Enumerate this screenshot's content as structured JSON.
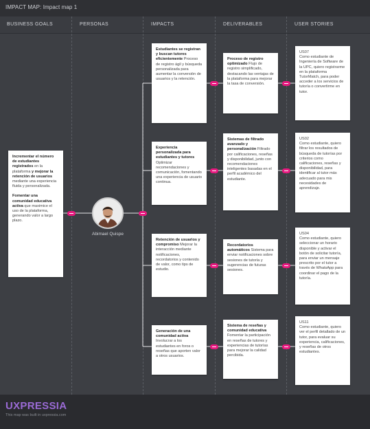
{
  "header": {
    "title": "IMPACT MAP: Impact map 1"
  },
  "columns": [
    "BUSINESS GOALS",
    "PERSONAS",
    "IMPACTS",
    "DELIVERABLES",
    "USER STORIES"
  ],
  "goal": {
    "p1_b1": "Incrementar el número de estudiantes registrados",
    "p1_t1": " en la plataforma ",
    "p1_b2": "y mejorar la retención de usuarios",
    "p1_t2": " mediante una experiencia fluida y personalizada.",
    "p2_b": "Fomentar una comunidad educativa activa",
    "p2_t": " que maximice el uso de la plataforma, generando valor a largo plazo."
  },
  "persona": {
    "name": "Abimael Quispe"
  },
  "impacts": [
    {
      "title": "Estudiantes se registran y buscan tutores eficientemente",
      "text": " Proceso de registro ágil y búsqueda personalizada para aumentar la conversión de usuarios y la retención."
    },
    {
      "title": "Experiencia personalizada para estudiantes y tutores",
      "text": " Optimizar recomendaciones y comunicación, fomentando una experiencia de usuario continua."
    },
    {
      "title": "Retención de usuarios y compromiso",
      "text": " Mejorar la interacción mediante notificaciones, recordatorios y contenido de valor, como tips de estudio."
    },
    {
      "title": "Generación de una comunidad activa",
      "text": " Involucrar a los estudiantes en foros o reseñas que aporten valor a otros usuarios."
    }
  ],
  "deliverables": [
    {
      "title": "Proceso de registro optimizado",
      "text": " Flujo de registro simplificado, destacando las ventajas de la plataforma para mejorar la tasa de conversión."
    },
    {
      "title": "Sistemas de filtrado avanzado y personalización",
      "text": " Filtrado por calificaciones, reseñas y disponibilidad, junto con recomendaciones inteligentes basadas en el perfil académico del estudiante."
    },
    {
      "title": "Recordatorios automáticos",
      "text": " Sistema para enviar notificaciones sobre sesiones de tutoría y sugerencias de futuras sesiones."
    },
    {
      "title": "Sistema de reseñas y comunidad educativa",
      "text": " Fomentar la participación en reseñas de tutores y experiencias de tutorías para mejorar la calidad percibida."
    }
  ],
  "stories": [
    {
      "id": "US07",
      "text": "Como estudiante de Ingeniería de Software de la UPC, quiero registrarme en la plataforma TutorMatch, para poder acceder a los servicios de tutoría o convertirme en tutor."
    },
    {
      "id": "US02",
      "text": "Como estudiante, quiero filtrar los resultados de búsqueda de tutorías por criterios como calificaciones, reseñas y disponibilidad, para identificar al tutor más adecuado para mis necesidades de aprendizaje."
    },
    {
      "id": "US04",
      "text": "Como estudiante, quiero seleccionar un horario disponible y activar el botón de solicitar tutoría, para enviar un mensaje prescrito por el tutor a través de WhatsApp para coordinar el pago de la tutoría."
    },
    {
      "id": "US11",
      "text": "Como estudiante, quiero ver el perfil detallado de un tutor, para evaluar su experiencia, calificaciones, y reseñas de otros estudiantes."
    }
  ],
  "footer": {
    "logo": "UXPRESSIA",
    "built": "This map was built in uxpressia.com"
  },
  "colors": {
    "accent": "#e8197f",
    "background": "#3d3f44",
    "logo": "#9b6bd6"
  }
}
